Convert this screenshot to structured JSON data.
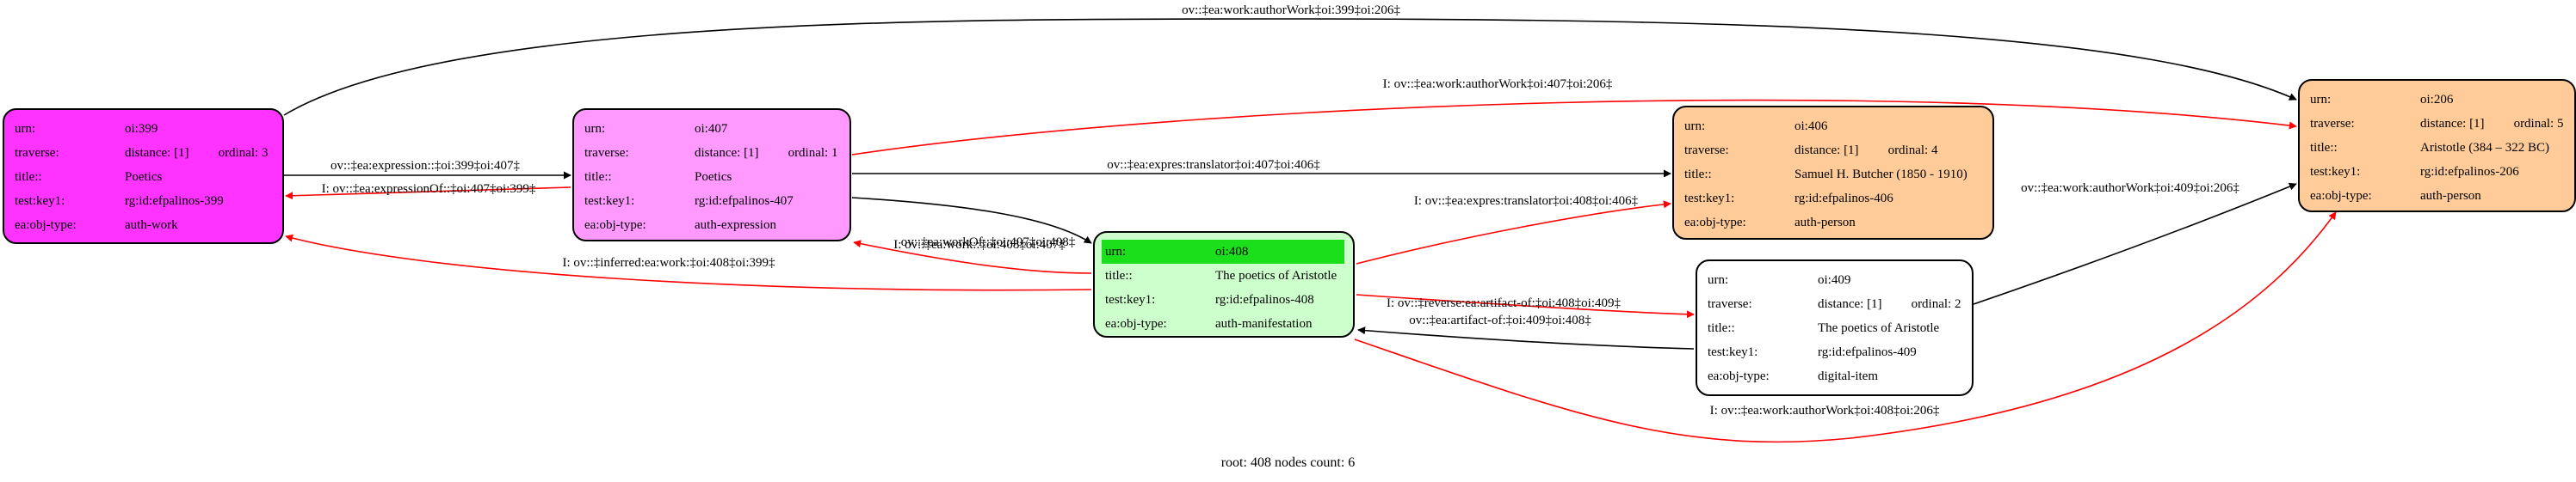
{
  "nodes": {
    "n399": {
      "fill": "#ff33ff",
      "rows": [
        {
          "k": "urn:",
          "v": "oi:399"
        },
        {
          "k": "traverse:",
          "v": "distance: [1]",
          "v2": "ordinal: 3"
        },
        {
          "k": "title::",
          "v": "Poetics"
        },
        {
          "k": "test:key1:",
          "v": "rg:id:efpalinos-399"
        },
        {
          "k": "ea:obj-type:",
          "v": "auth-work"
        }
      ]
    },
    "n407": {
      "fill": "#ff99ff",
      "rows": [
        {
          "k": "urn:",
          "v": "oi:407"
        },
        {
          "k": "traverse:",
          "v": "distance: [1]",
          "v2": "ordinal: 1"
        },
        {
          "k": "title::",
          "v": "Poetics"
        },
        {
          "k": "test:key1:",
          "v": "rg:id:efpalinos-407"
        },
        {
          "k": "ea:obj-type:",
          "v": "auth-expression"
        }
      ]
    },
    "n408": {
      "fill": "#ccffcc",
      "rows": [
        {
          "k": "urn:",
          "v": "oi:408"
        },
        {
          "k": "title::",
          "v": "The poetics of Aristotle"
        },
        {
          "k": "test:key1:",
          "v": "rg:id:efpalinos-408"
        },
        {
          "k": "ea:obj-type:",
          "v": "auth-manifestation"
        }
      ]
    },
    "n406": {
      "fill": "#ffcc99",
      "rows": [
        {
          "k": "urn:",
          "v": "oi:406"
        },
        {
          "k": "traverse:",
          "v": "distance: [1]",
          "v2": "ordinal: 4"
        },
        {
          "k": "title::",
          "v": "Samuel H. Butcher (1850 - 1910)"
        },
        {
          "k": "test:key1:",
          "v": "rg:id:efpalinos-406"
        },
        {
          "k": "ea:obj-type:",
          "v": "auth-person"
        }
      ]
    },
    "n409": {
      "fill": "#ffffff",
      "rows": [
        {
          "k": "urn:",
          "v": "oi:409"
        },
        {
          "k": "traverse:",
          "v": "distance: [1]",
          "v2": "ordinal: 2"
        },
        {
          "k": "title::",
          "v": "The poetics of Aristotle"
        },
        {
          "k": "test:key1:",
          "v": "rg:id:efpalinos-409"
        },
        {
          "k": "ea:obj-type:",
          "v": "digital-item"
        }
      ]
    },
    "n206": {
      "fill": "#ffcc99",
      "rows": [
        {
          "k": "urn:",
          "v": "oi:206"
        },
        {
          "k": "traverse:",
          "v": "distance: [1]",
          "v2": "ordinal: 5"
        },
        {
          "k": "title::",
          "v": "Aristotle (384 – 322 BC)"
        },
        {
          "k": "test:key1:",
          "v": "rg:id:efpalinos-206"
        },
        {
          "k": "ea:obj-type:",
          "v": "auth-person"
        }
      ]
    }
  },
  "edges": [
    {
      "label": "ov::‡ea:work:authorWork‡oi:399‡oi:206‡",
      "color": "#000000"
    },
    {
      "label": "I: ov::‡ea:work:authorWork‡oi:407‡oi:206‡",
      "color": "#ff0000"
    },
    {
      "label": "ov::‡ea:expression::‡oi:399‡oi:407‡",
      "color": "#000000"
    },
    {
      "label": "I: ov::‡ea:expressionOf::‡oi:407‡oi:399‡",
      "color": "#ff0000"
    },
    {
      "label": "ov::‡ea:expres:translator‡oi:407‡oi:406‡",
      "color": "#000000"
    },
    {
      "label": "ov::‡ea:workOf::‡oi:407‡oi:408‡",
      "color": "#000000"
    },
    {
      "label": "I: ov::‡ea:work::‡oi:408‡oi:407‡",
      "color": "#ff0000"
    },
    {
      "label": "I: ov::‡inferred:ea:work:‡oi:408‡oi:399‡",
      "color": "#ff0000"
    },
    {
      "label": "I: ov::‡ea:expres:translator‡oi:408‡oi:406‡",
      "color": "#ff0000"
    },
    {
      "label": "I: ov::‡reverse:ea:artifact-of:‡oi:408‡oi:409‡",
      "color": "#ff0000"
    },
    {
      "label": "ov::‡ea:artifact-of:‡oi:409‡oi:408‡",
      "color": "#000000"
    },
    {
      "label": "ov::‡ea:work:authorWork‡oi:409‡oi:206‡",
      "color": "#000000"
    },
    {
      "label": "I: ov::‡ea:work:authorWork‡oi:408‡oi:206‡",
      "color": "#ff0000"
    }
  ],
  "caption": "root: 408 nodes count: 6"
}
